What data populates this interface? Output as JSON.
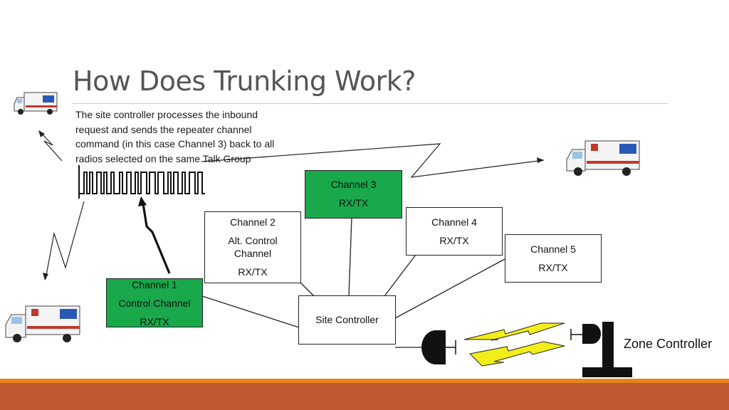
{
  "slide": {
    "title": "How Does Trunking Work?",
    "description_lines": [
      "The site controller processes the inbound",
      "request and sends the repeater channel",
      "command (in this case Channel 3) back to all",
      "radios selected on the same Talk Group"
    ]
  },
  "channels": {
    "ch1": {
      "line1": "Channel 1",
      "line2": "Control Channel",
      "line3": "RX/TX"
    },
    "ch2": {
      "line1": "Channel 2",
      "line2a": "Alt. Control",
      "line2b": "Channel",
      "line3": "RX/TX"
    },
    "ch3": {
      "line1": "Channel 3",
      "line2": "RX/TX"
    },
    "ch4": {
      "line1": "Channel 4",
      "line2": "RX/TX"
    },
    "ch5": {
      "line1": "Channel 5",
      "line2": "RX/TX"
    }
  },
  "site_controller": {
    "label": "Site Controller"
  },
  "zone_controller": {
    "label": "Zone Controller"
  },
  "colors": {
    "active_channel": "#19a84a",
    "footer": "#c0582f",
    "footer_accent": "#e8841f",
    "lightning": "#f2ee1a"
  },
  "icons": [
    "ambulance-icon",
    "lightning-icon",
    "antenna-dish-icon",
    "tower-icon"
  ]
}
